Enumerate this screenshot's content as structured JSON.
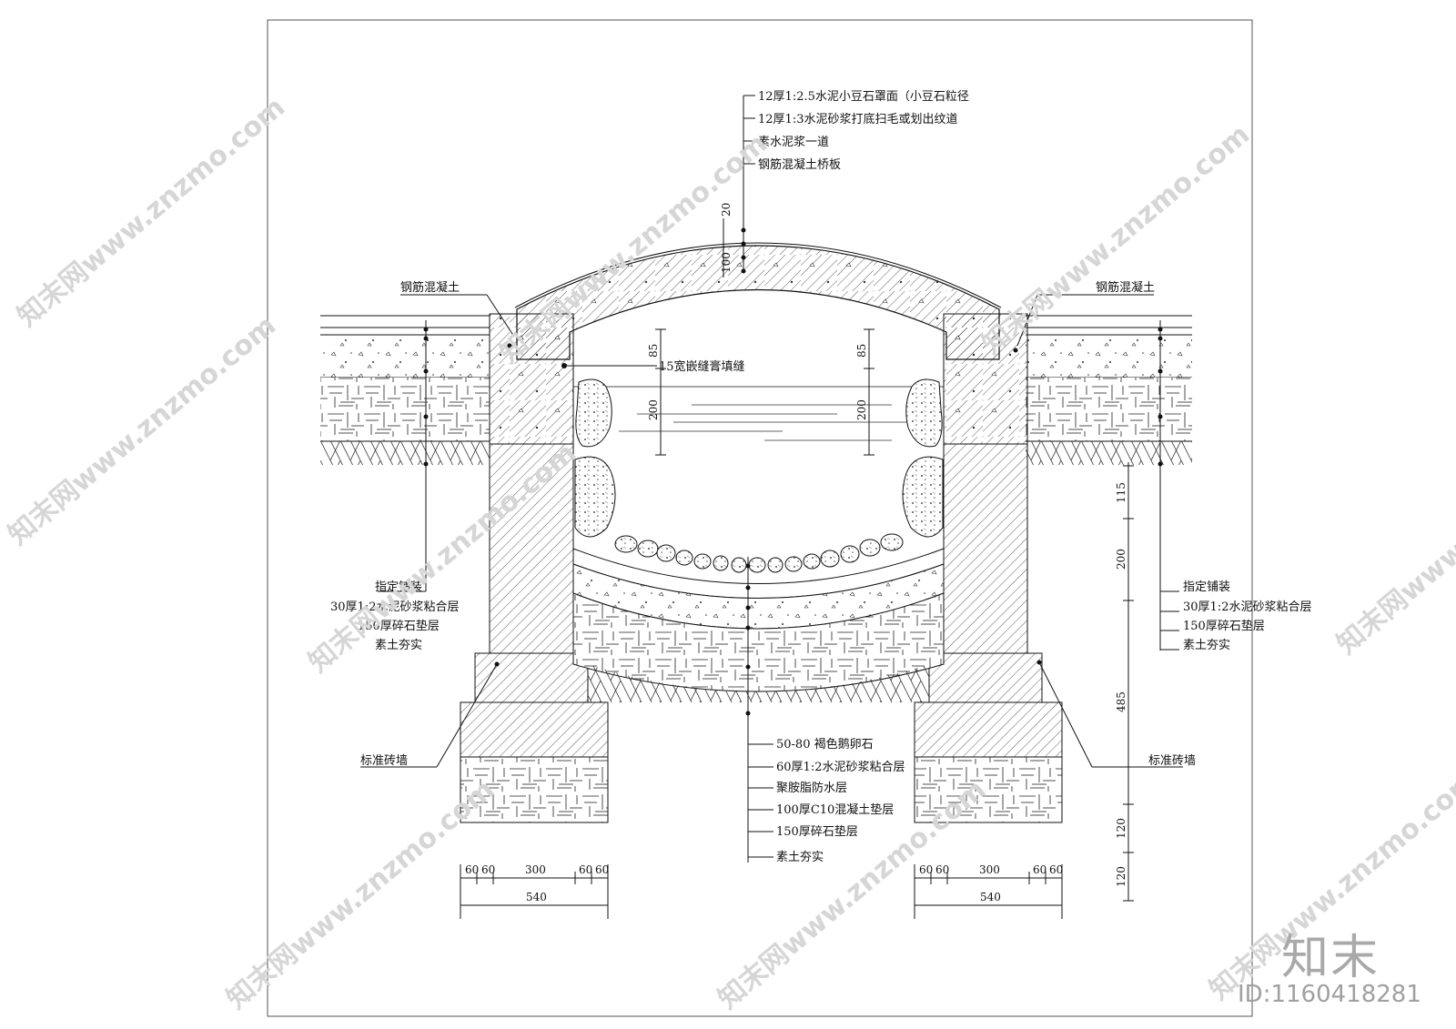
{
  "labels": {
    "top": [
      "12厚1:2.5水泥小豆石罩面（小豆石粒径",
      "12厚1:3水泥砂浆打底扫毛或划出纹道",
      "素水泥浆一道",
      "钢筋混凝土桥板"
    ],
    "rc_left": "钢筋混凝土",
    "rc_right": "钢筋混凝土",
    "joint": "15宽嵌缝膏填缝",
    "pave_left": [
      "指定铺装",
      "30厚1:2水泥砂浆粘合层",
      "150厚碎石垫层",
      "素土夯实"
    ],
    "pave_right": [
      "指定铺装",
      "30厚1:2水泥砂浆粘合层",
      "150厚碎石垫层",
      "素土夯实"
    ],
    "brick_left": "标准砖墙",
    "brick_right": "标准砖墙",
    "bottom": [
      "50-80 褐色鹅卵石",
      "60厚1:2水泥砂浆粘合层",
      "聚胺脂防水层",
      "100厚C10混凝土垫层",
      "150厚碎石垫层",
      "素土夯实"
    ]
  },
  "dims": {
    "slab_top": "20",
    "slab_thick": "100",
    "water_gap_left": "85",
    "water_depth_left": "200",
    "water_gap_right": "85",
    "water_depth_right": "200",
    "right_col": [
      "115",
      "200",
      "485",
      "120",
      "120"
    ],
    "foot_left": [
      "60",
      "60",
      "300",
      "60",
      "60"
    ],
    "foot_left_total": "540",
    "foot_right": [
      "60",
      "60",
      "300",
      "60",
      "60"
    ],
    "foot_right_total": "540"
  },
  "watermark": {
    "text": "知末网www.znzmo.com",
    "brand": "知末",
    "id": "ID:1160418281"
  }
}
